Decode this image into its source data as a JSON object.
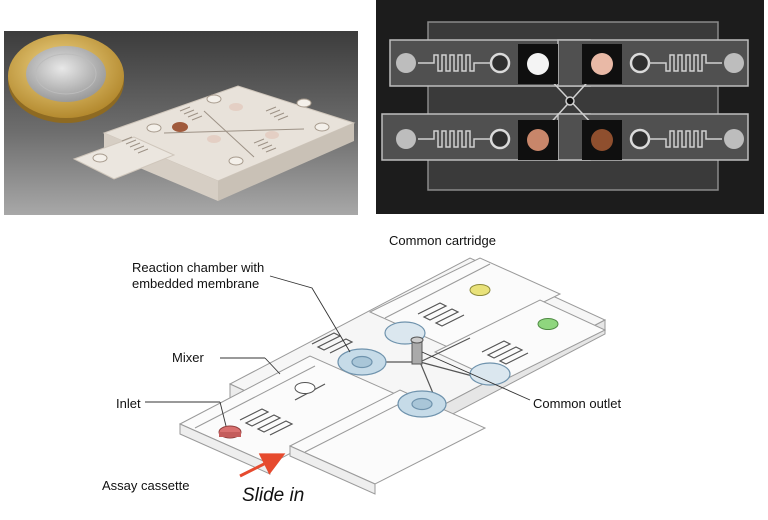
{
  "labels": {
    "common_cartridge": "Common cartridge",
    "reaction_chamber": "Reaction chamber with embedded membrane",
    "mixer": "Mixer",
    "inlet": "Inlet",
    "common_outlet": "Common outlet",
    "assay_cassette": "Assay cassette",
    "slide_in": "Slide in"
  },
  "colors": {
    "photo_left_bg": "#5a5a5a",
    "photo_right_bg": "#1c1c1c",
    "inlet_red": "#d9706f",
    "yellow_port": "#e9e27a",
    "green_port": "#8fd67e",
    "chamber_blue": "#a9c6d8",
    "arrow_red": "#e64a2e"
  }
}
